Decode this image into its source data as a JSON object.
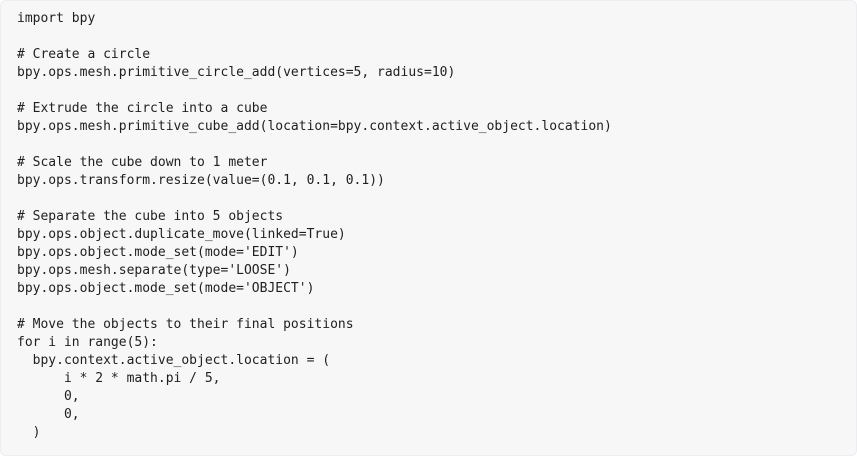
{
  "code": {
    "language": "python",
    "lines": [
      "import bpy",
      "",
      "# Create a circle",
      "bpy.ops.mesh.primitive_circle_add(vertices=5, radius=10)",
      "",
      "# Extrude the circle into a cube",
      "bpy.ops.mesh.primitive_cube_add(location=bpy.context.active_object.location)",
      "",
      "# Scale the cube down to 1 meter",
      "bpy.ops.transform.resize(value=(0.1, 0.1, 0.1))",
      "",
      "# Separate the cube into 5 objects",
      "bpy.ops.object.duplicate_move(linked=True)",
      "bpy.ops.object.mode_set(mode='EDIT')",
      "bpy.ops.mesh.separate(type='LOOSE')",
      "bpy.ops.object.mode_set(mode='OBJECT')",
      "",
      "# Move the objects to their final positions",
      "for i in range(5):",
      "  bpy.context.active_object.location = (",
      "      i * 2 * math.pi / 5,",
      "      0,",
      "      0,",
      "  )"
    ]
  }
}
